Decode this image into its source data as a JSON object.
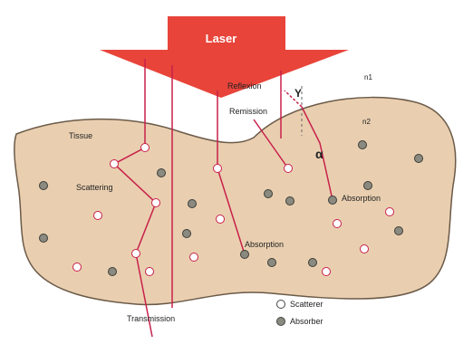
{
  "laser": {
    "label": "Laser",
    "color": "#e8443a",
    "text_color": "#ffffff"
  },
  "media": {
    "outer_label": "n1",
    "inner_label": "n2"
  },
  "labels": {
    "tissue": "Tissue",
    "scattering": "Scattering",
    "reflexion": "Reflexion",
    "remission": "Remission",
    "absorption_center": "Absorption",
    "absorption_right": "Absorption",
    "transmission": "Transmission",
    "angle_in": "Υ",
    "angle_refr": "α"
  },
  "legend": {
    "scatterer_label": "Scatterer",
    "absorber_label": "Absorber",
    "scatterer_fill": "#ffffff",
    "absorber_fill": "#8a8a80"
  },
  "colors": {
    "tissue_fill": "#e9cfb0",
    "tissue_stroke": "#6b5a48",
    "ray": "#c8204a",
    "text": "#222222"
  }
}
